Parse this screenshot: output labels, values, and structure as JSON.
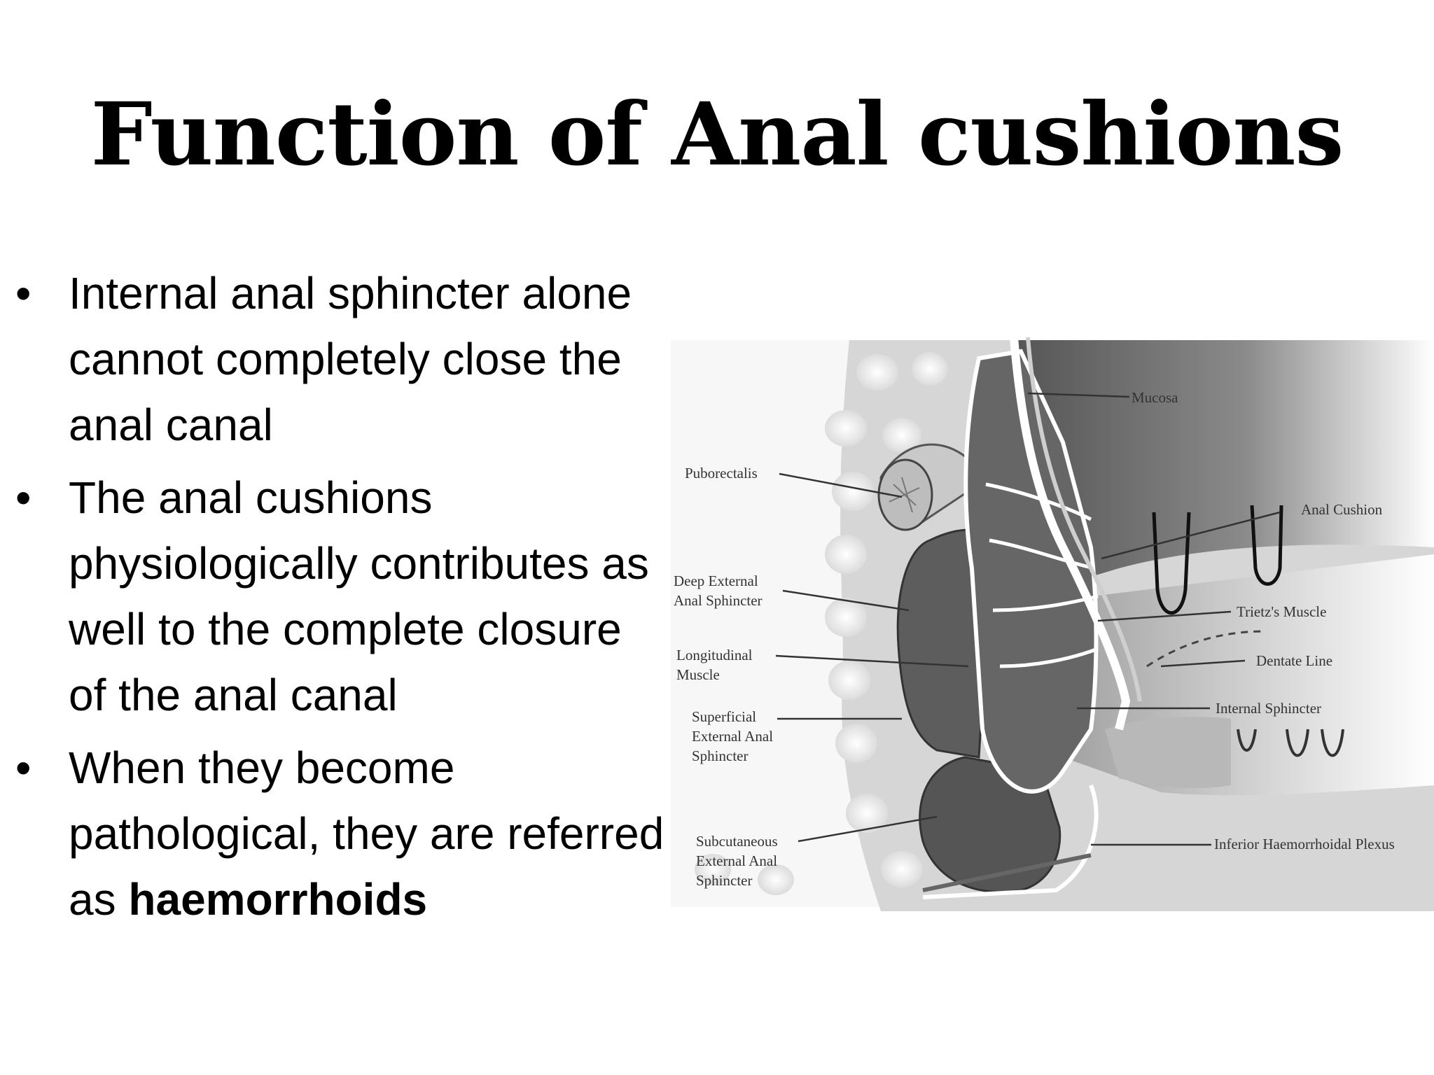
{
  "slide": {
    "title": "Function of Anal cushions",
    "bullets": [
      {
        "text": "Internal anal sphincter alone  cannot completely close the anal canal",
        "bold": ""
      },
      {
        "text": "The anal cushions physiologically contributes as well to the complete closure of the anal canal",
        "bold": ""
      },
      {
        "text": "When they become pathological, they are referred as ",
        "bold": "haemorrhoids"
      }
    ],
    "bullet_glyph": "•"
  },
  "figure": {
    "labels": {
      "mucosa": "Mucosa",
      "puborectalis": "Puborectalis",
      "anal_cushion": "Anal Cushion",
      "deep_external": "Deep External\nAnal Sphincter",
      "trietz": "Trietz's Muscle",
      "longitudinal": "Longitudinal\nMuscle",
      "dentate": "Dentate Line",
      "internal_sphincter": "Internal Sphincter",
      "superficial": "Superficial\nExternal Anal\nSphincter",
      "subcutaneous": "Subcutaneous\nExternal Anal\nSphincter",
      "inferior_plexus": "Inferior Haemorrhoidal Plexus"
    }
  }
}
